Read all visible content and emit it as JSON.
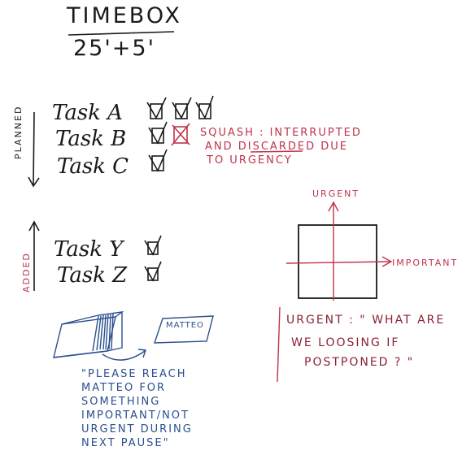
{
  "title": "TIMEBOX",
  "subtitle": "25'+5'",
  "planned_label": "PLANNED",
  "added_label": "ADDED",
  "tasks_planned": [
    {
      "name": "Task A",
      "checks": [
        "done",
        "done",
        "done"
      ]
    },
    {
      "name": "Task B",
      "checks": [
        "done",
        "squashed"
      ]
    },
    {
      "name": "Task C",
      "checks": [
        "done"
      ]
    }
  ],
  "tasks_added": [
    {
      "name": "Task Y",
      "checks": [
        "done"
      ]
    },
    {
      "name": "Task Z",
      "checks": [
        "done"
      ]
    }
  ],
  "squash_note": {
    "line1": "SQUASH : INTERRUPTED",
    "line2": "AND DISCARDED DUE",
    "line3": "TO URGENCY"
  },
  "matrix": {
    "y_label": "URGENT",
    "x_label": "IMPORTANT"
  },
  "urgent_note": {
    "line1": "URGENT : \" WHAT ARE",
    "line2": "WE LOOSING IF",
    "line3": "POSTPONED ? \""
  },
  "sticky_label": "MATTEO",
  "matteo_note": "\"PLEASE REACH\nMATTEO FOR\nSOMETHING\nIMPORTANT/NOT\nURGENT DURING\nNEXT PAUSE\"",
  "colors": {
    "ink": "#1a1a1a",
    "red": "#c0334a",
    "blue": "#2a4f8f"
  }
}
